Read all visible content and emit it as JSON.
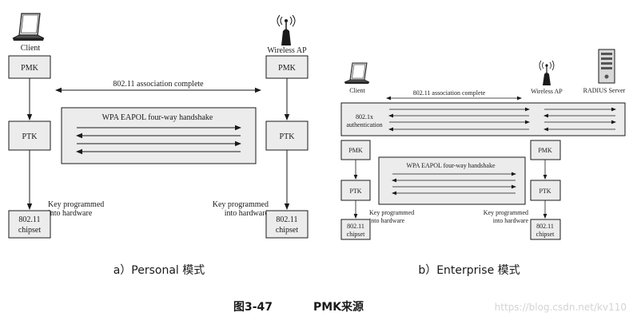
{
  "figure": {
    "caption_number": "图3-47",
    "caption_title": "PMK来源",
    "watermark": "https://blog.csdn.net/kv110"
  },
  "personal": {
    "caption": "a）Personal 模式",
    "client_label": "Client",
    "ap_label": "Wireless AP",
    "assoc_label": "802.11 association complete",
    "handshake_label": "WPA EAPOL four-way handshake",
    "client_pmk": "PMK",
    "client_ptk": "PTK",
    "client_chip_line1": "802.11",
    "client_chip_line2": "chipset",
    "client_key_line1": "Key programmed",
    "client_key_line2": "into hardware",
    "ap_pmk": "PMK",
    "ap_ptk": "PTK",
    "ap_chip_line1": "802.11",
    "ap_chip_line2": "chipset",
    "ap_key_line1": "Key programmed",
    "ap_key_line2": "into hardware"
  },
  "enterprise": {
    "caption": "b）Enterprise 模式",
    "client_label": "Client",
    "ap_label": "Wireless AP",
    "server_label": "RADIUS Server",
    "assoc_label": "802.11 association complete",
    "auth_line1": "802.1x",
    "auth_line2": "authentication",
    "handshake_label": "WPA EAPOL four-way handshake",
    "client_pmk": "PMK",
    "client_ptk": "PTK",
    "client_chip_line1": "802.11",
    "client_chip_line2": "chipset",
    "client_key_line1": "Key programmed",
    "client_key_line2": "into hardware",
    "ap_pmk": "PMK",
    "ap_ptk": "PTK",
    "ap_chip_line1": "802.11",
    "ap_chip_line2": "chipset",
    "ap_key_line1": "Key programmed",
    "ap_key_line2": "into hardware"
  },
  "colors": {
    "panel_fill": "#ececec",
    "box_fill": "#ececec",
    "stroke": "#1a1a1a",
    "watermark": "#d4d4d4"
  }
}
